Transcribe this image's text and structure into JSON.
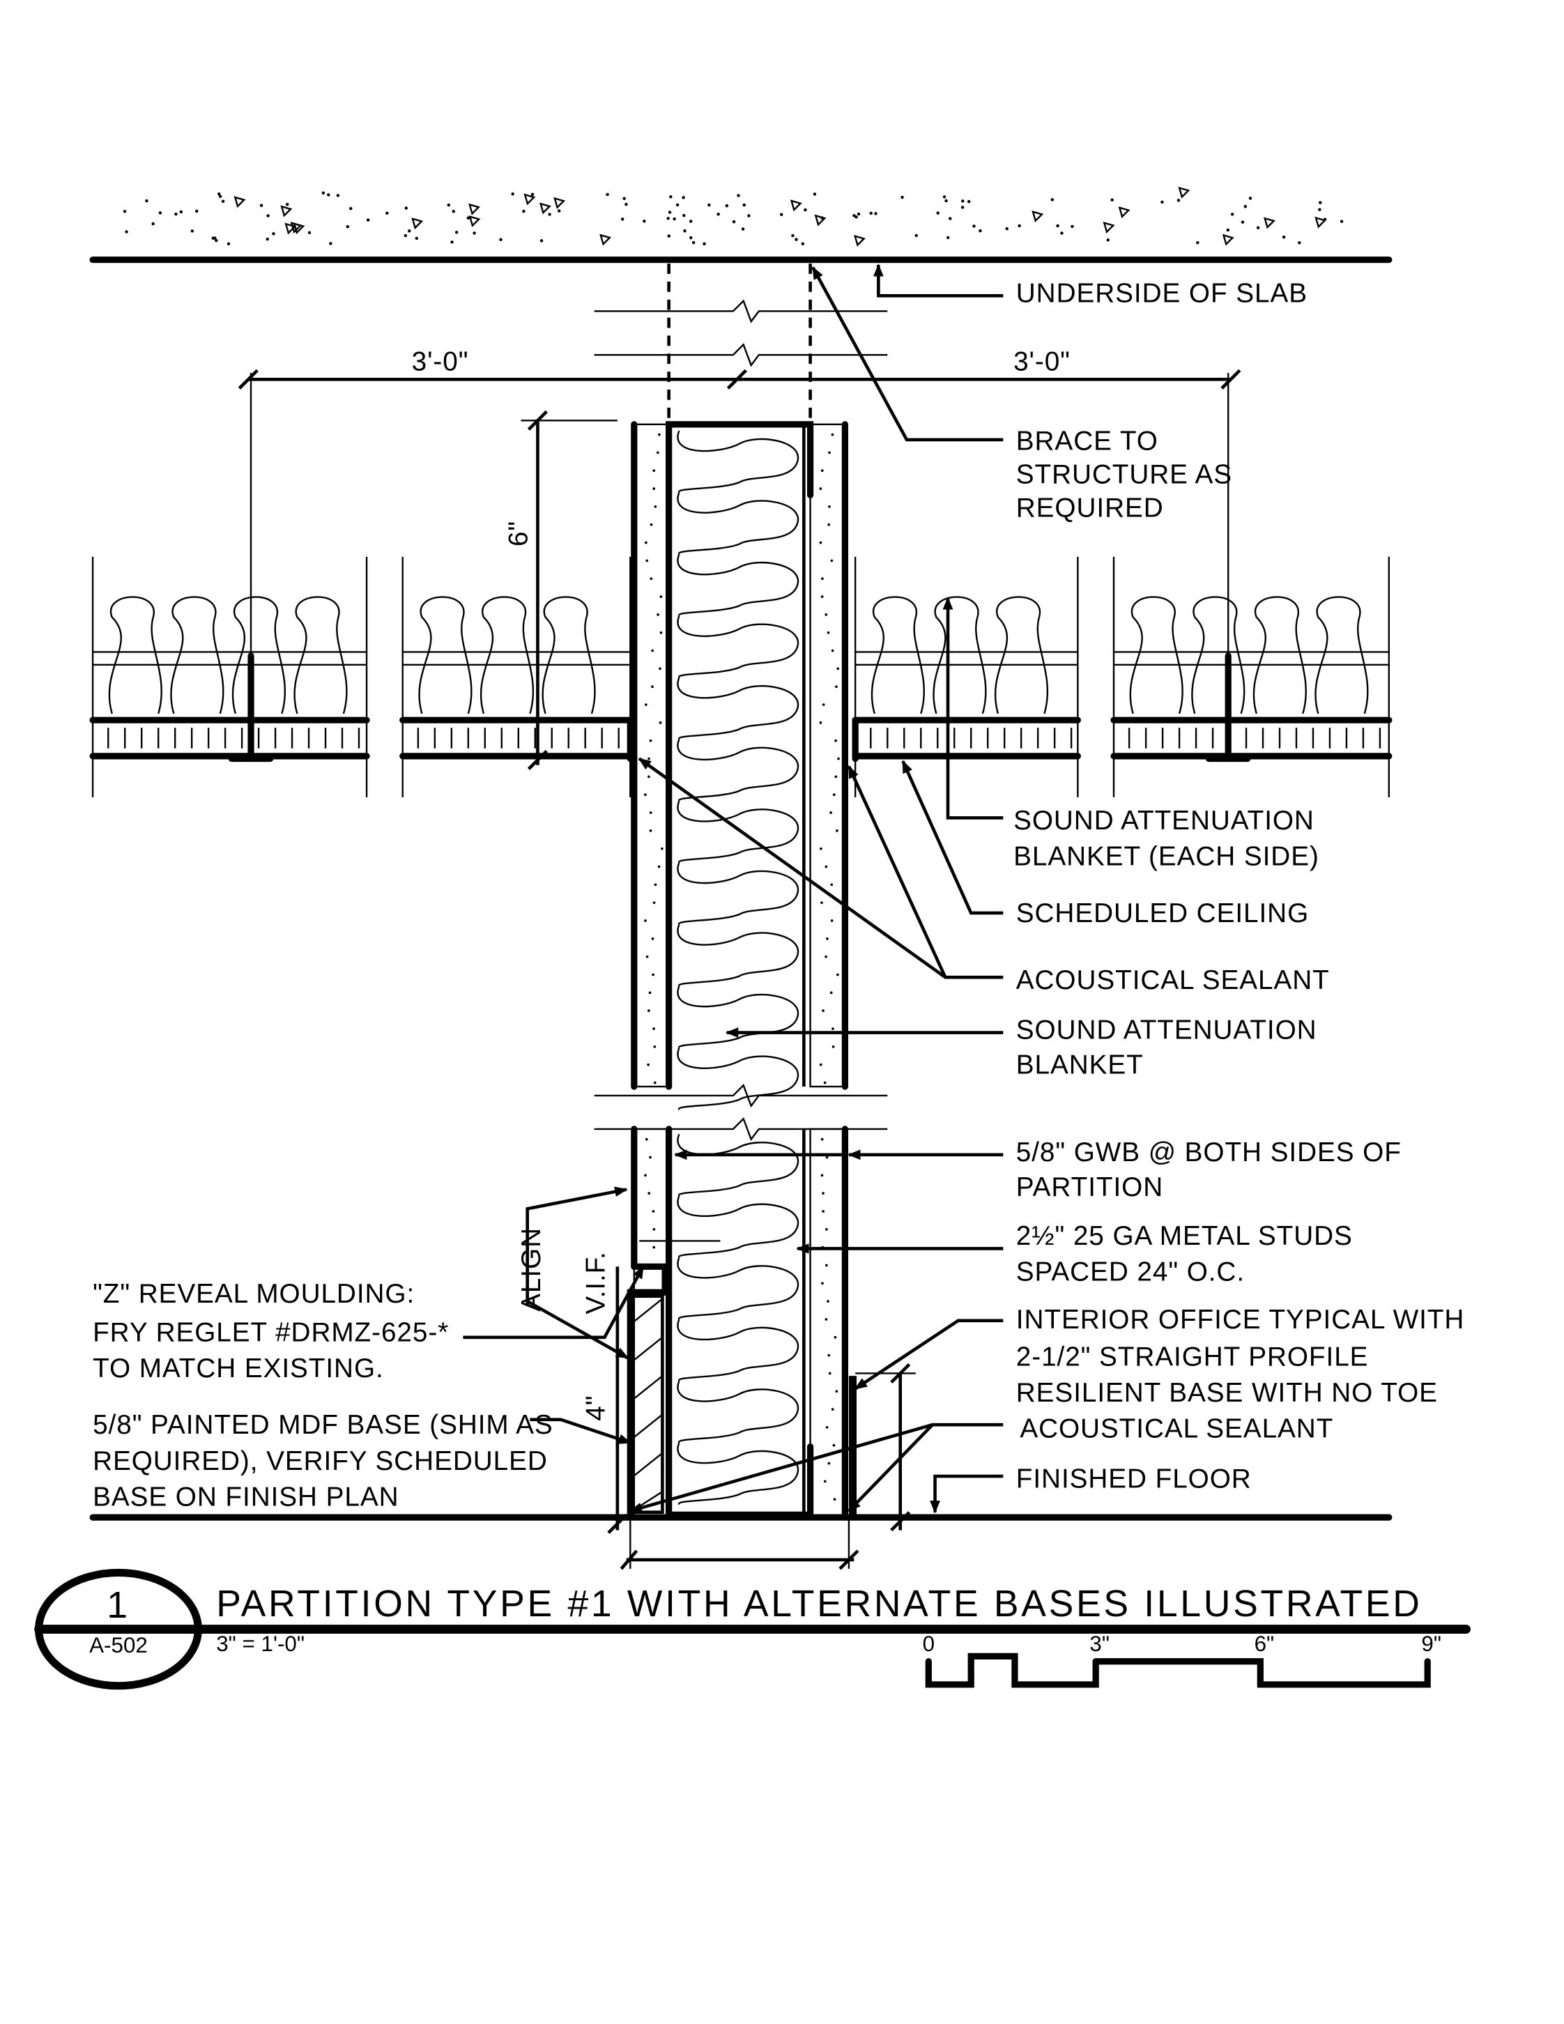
{
  "title": {
    "detail_number": "1",
    "sheet_ref": "A-502",
    "name": "PARTITION TYPE #1 WITH ALTERNATE BASES ILLUSTRATED",
    "scale": "3\" = 1'-0\""
  },
  "scale_bar": {
    "ticks": [
      "0",
      "3\"",
      "6\"",
      "9\""
    ]
  },
  "dimensions": {
    "left_span": "3'-0\"",
    "right_span": "3'-0\"",
    "above_ceiling": "6\"",
    "base_height": "4\"",
    "align": "ALIGN",
    "vif": "V.I.F."
  },
  "notes_right": {
    "underside_slab": [
      "UNDERSIDE OF SLAB"
    ],
    "brace": [
      "BRACE TO",
      "STRUCTURE AS",
      "REQUIRED"
    ],
    "blanket_each_side": [
      "SOUND ATTENUATION",
      "BLANKET (EACH SIDE)"
    ],
    "ceiling": [
      "SCHEDULED CEILING"
    ],
    "sealant_top": [
      "ACOUSTICAL SEALANT"
    ],
    "blanket": [
      "SOUND ATTENUATION",
      "BLANKET"
    ],
    "gwb": [
      "5/8\" GWB @ BOTH SIDES OF",
      "PARTITION"
    ],
    "studs": [
      "2½\" 25 GA METAL STUDS",
      "SPACED 24\" O.C."
    ],
    "resilient_base": [
      "INTERIOR OFFICE TYPICAL WITH",
      "2-1/2\" STRAIGHT PROFILE",
      "RESILIENT BASE WITH NO TOE"
    ],
    "sealant_bottom": [
      "ACOUSTICAL SEALANT"
    ],
    "floor": [
      "FINISHED FLOOR"
    ]
  },
  "notes_left": {
    "reveal": [
      "\"Z\" REVEAL MOULDING:",
      "FRY REGLET #DRMZ-625-*",
      "TO MATCH EXISTING."
    ],
    "mdf_base": [
      "5/8\" PAINTED MDF BASE (SHIM AS",
      "REQUIRED), VERIFY SCHEDULED",
      "BASE ON FINISH PLAN"
    ]
  }
}
